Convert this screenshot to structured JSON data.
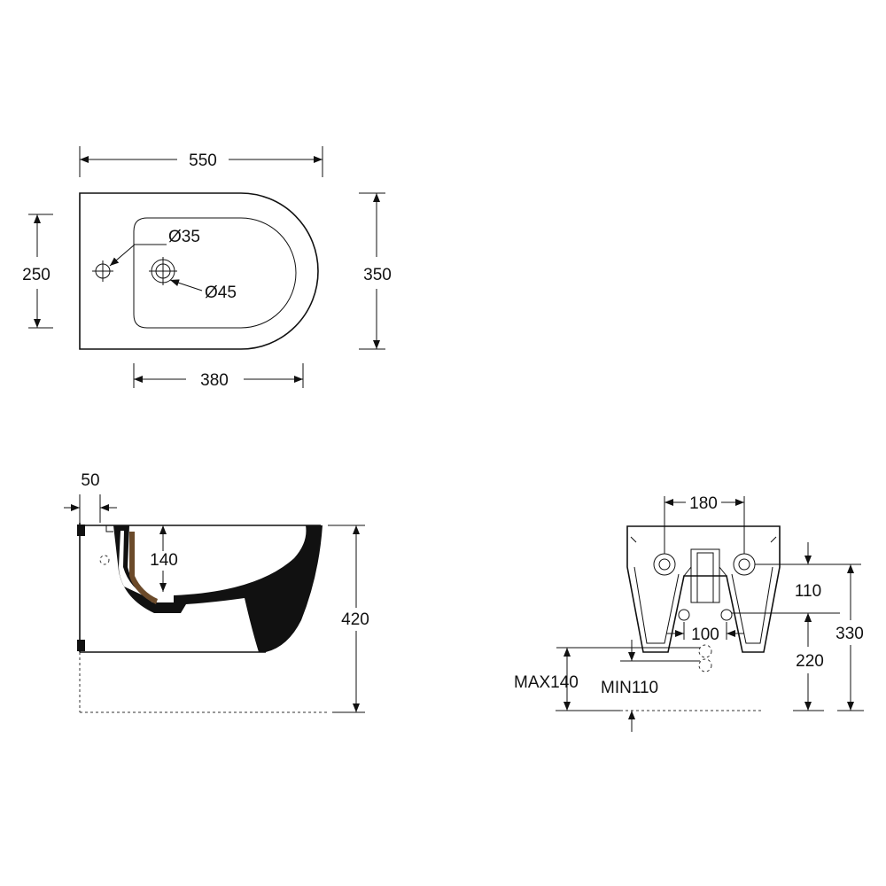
{
  "top_view": {
    "width": "550",
    "depth": "350",
    "bowl_width": "250",
    "bowl_length": "380",
    "tap_hole": "Ø35",
    "waste_hole": "Ø45"
  },
  "side_view": {
    "wall_offset": "50",
    "drain_height": "140",
    "total_height": "420"
  },
  "back_view": {
    "bolt_spacing": "180",
    "inlet_spacing": "100",
    "bolt_to_inlet": "110",
    "inlet_height": "220",
    "bolt_height": "330",
    "max_outlet": "MAX140",
    "min_outlet": "MIN110"
  }
}
